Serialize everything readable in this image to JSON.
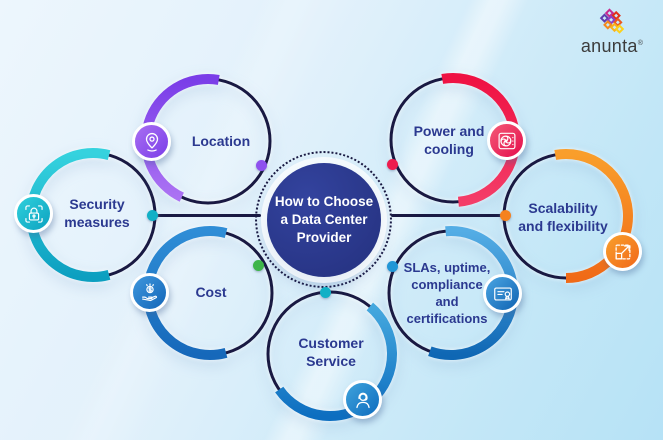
{
  "page": {
    "background_top": "#edf6fd",
    "background_bottom": "#b6e2f6",
    "navy": "#191942",
    "label_color": "#2b3990"
  },
  "logo": {
    "brand": "anunta",
    "registered": "®",
    "icon": "knot-icon",
    "icon_colors": [
      "#c72a90",
      "#e23119",
      "#5f3fae",
      "#8b3fc6",
      "#ec5a1d",
      "#f5891d",
      "#f8b31c",
      "#fcd11c"
    ],
    "text_color": "#3c3c3c"
  },
  "center": {
    "title": "How to Choose\na Data Center\nProvider",
    "bg_color": "#2b3990",
    "text_color": "#ffffff",
    "border_style": "dotted-ring"
  },
  "nodes": [
    {
      "id": "security-measures",
      "label": "Security\nmeasures",
      "color": "#14b4ca",
      "icon": "lock-icon",
      "position": "left"
    },
    {
      "id": "location",
      "label": "Location",
      "color": "#8a50ee",
      "icon": "map-pin-icon",
      "position": "top-left"
    },
    {
      "id": "power-cooling",
      "label": "Power and\ncooling",
      "color": "#ee1a4e",
      "icon": "fan-icon",
      "position": "top-right"
    },
    {
      "id": "scalability-flexibility",
      "label": "Scalability\nand flexibility",
      "color": "#f5831f",
      "icon": "expand-icon",
      "position": "right"
    },
    {
      "id": "slas-uptime",
      "label": "SLAs, uptime,\ncompliance\nand\ncertifications",
      "color": "#1d7fd0",
      "icon": "certificate-icon",
      "position": "bottom-right"
    },
    {
      "id": "customer-service",
      "label": "Customer\nService",
      "color": "#1e88cf",
      "icon": "support-agent-icon",
      "position": "bottom"
    },
    {
      "id": "cost",
      "label": "Cost",
      "color": "#1d7bca",
      "icon": "hand-coin-icon",
      "position": "bottom-left"
    }
  ],
  "connector_dots": [
    {
      "name": "security-line-dot",
      "color": "#12b0c6"
    },
    {
      "name": "location-dot",
      "color": "#8e51ee"
    },
    {
      "name": "power-dot",
      "color": "#ee1c4e"
    },
    {
      "name": "scalability-line-dot",
      "color": "#f5821f"
    },
    {
      "name": "cost-dot",
      "color": "#3eb549"
    },
    {
      "name": "slas-dot",
      "color": "#2196d6"
    },
    {
      "name": "customer-dot",
      "color": "#12b0c6"
    }
  ]
}
